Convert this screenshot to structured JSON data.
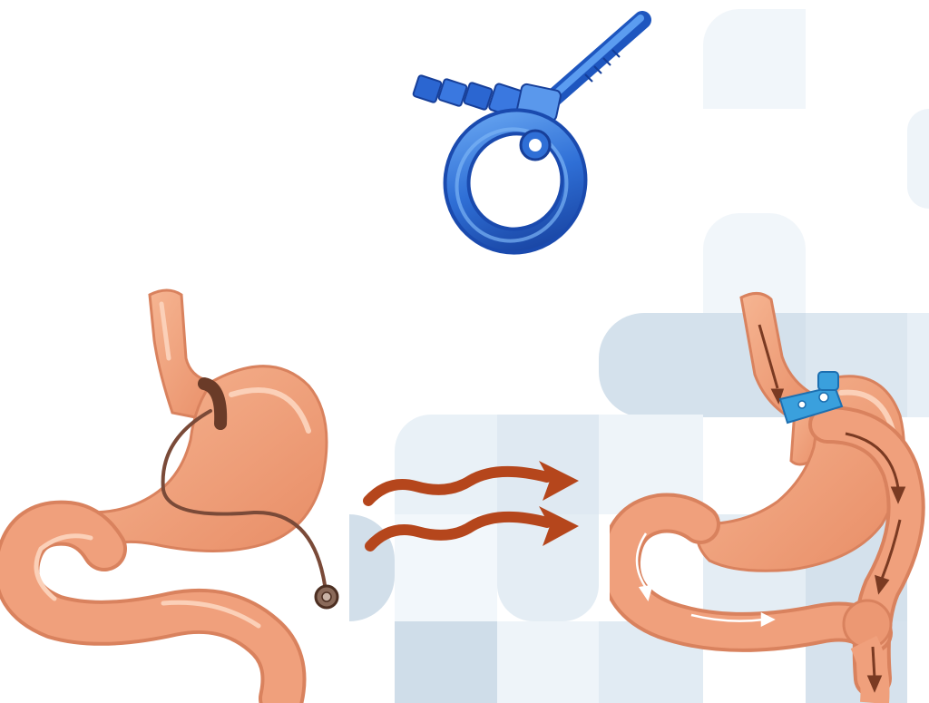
{
  "figure": {
    "panels": [
      {
        "id": "gastric-band-device",
        "icon": "adjustable-gastric-band-icon"
      },
      {
        "id": "banded-stomach",
        "icon": "stomach-with-band-and-port-icon"
      },
      {
        "id": "transition-arrows",
        "icon": "double-wavy-arrow-icon"
      },
      {
        "id": "bypass-conversion",
        "icon": "stomach-bypass-with-band-icon"
      }
    ]
  },
  "colors": {
    "background": "#ffffff",
    "tile_light": "#eef4f9",
    "tile_mid": "#dde8f1",
    "tile_dark": "#c6d6e3",
    "stomach_fill": "#f0a07c",
    "stomach_shadow": "#d9825e",
    "stomach_highlight": "#fbc3a6",
    "band_dark": "#1f52b8",
    "band_light": "#4b8ee8",
    "band_small": "#3aa0dd",
    "tube": "#7a4a38",
    "arrow": "#b5461c",
    "flow_arrow": "#7a3a22"
  }
}
